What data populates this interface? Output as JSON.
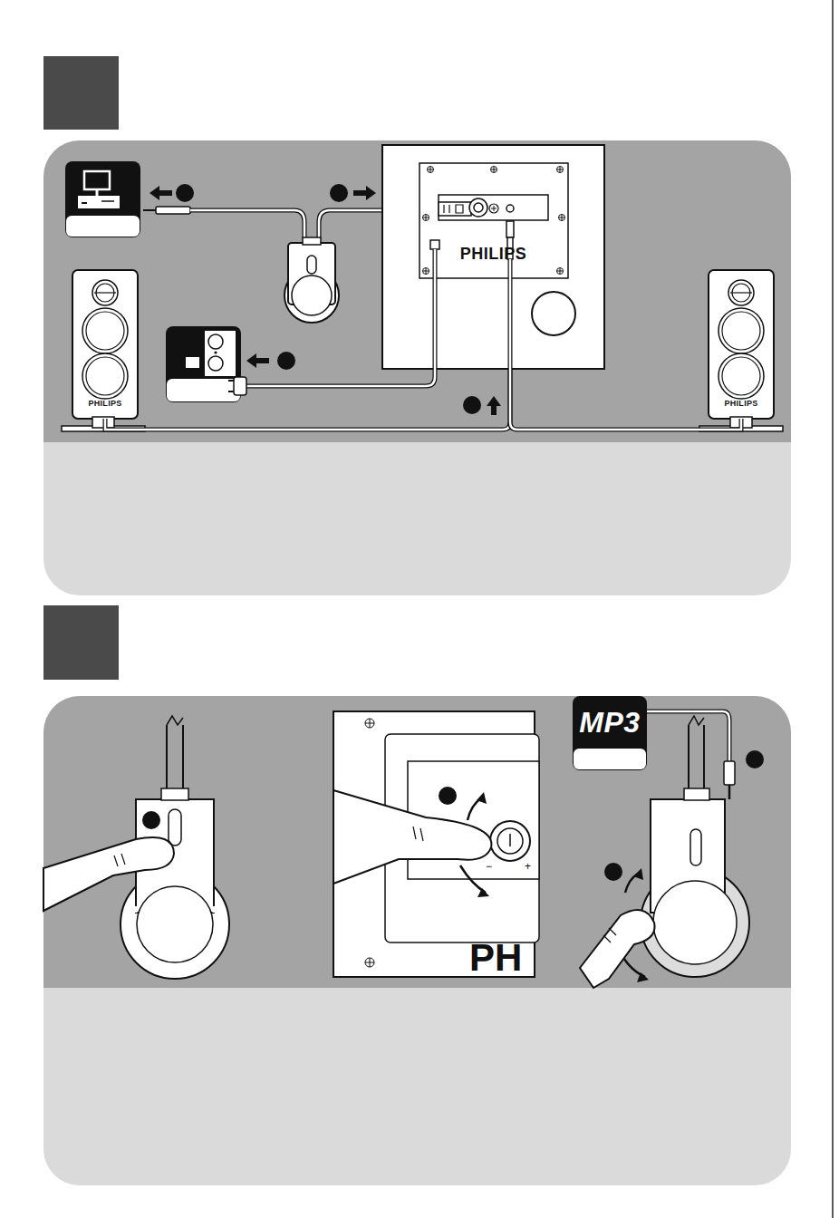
{
  "diagram": {
    "nodes": [
      {
        "text": [
          "PHILIPS"
        ]
      },
      {
        "text": [
          "PHILIPS"
        ]
      },
      {
        "text": [
          "PHILIPS"
        ]
      },
      {
        "text": [
          "MP3"
        ]
      }
    ],
    "edges": [
      {
        "from": 0,
        "to": 1,
        "arrow": "none"
      },
      {
        "from": 2,
        "to": 1,
        "arrow": "none"
      }
    ],
    "labels": [
      "PH",
      "−",
      "+"
    ]
  }
}
